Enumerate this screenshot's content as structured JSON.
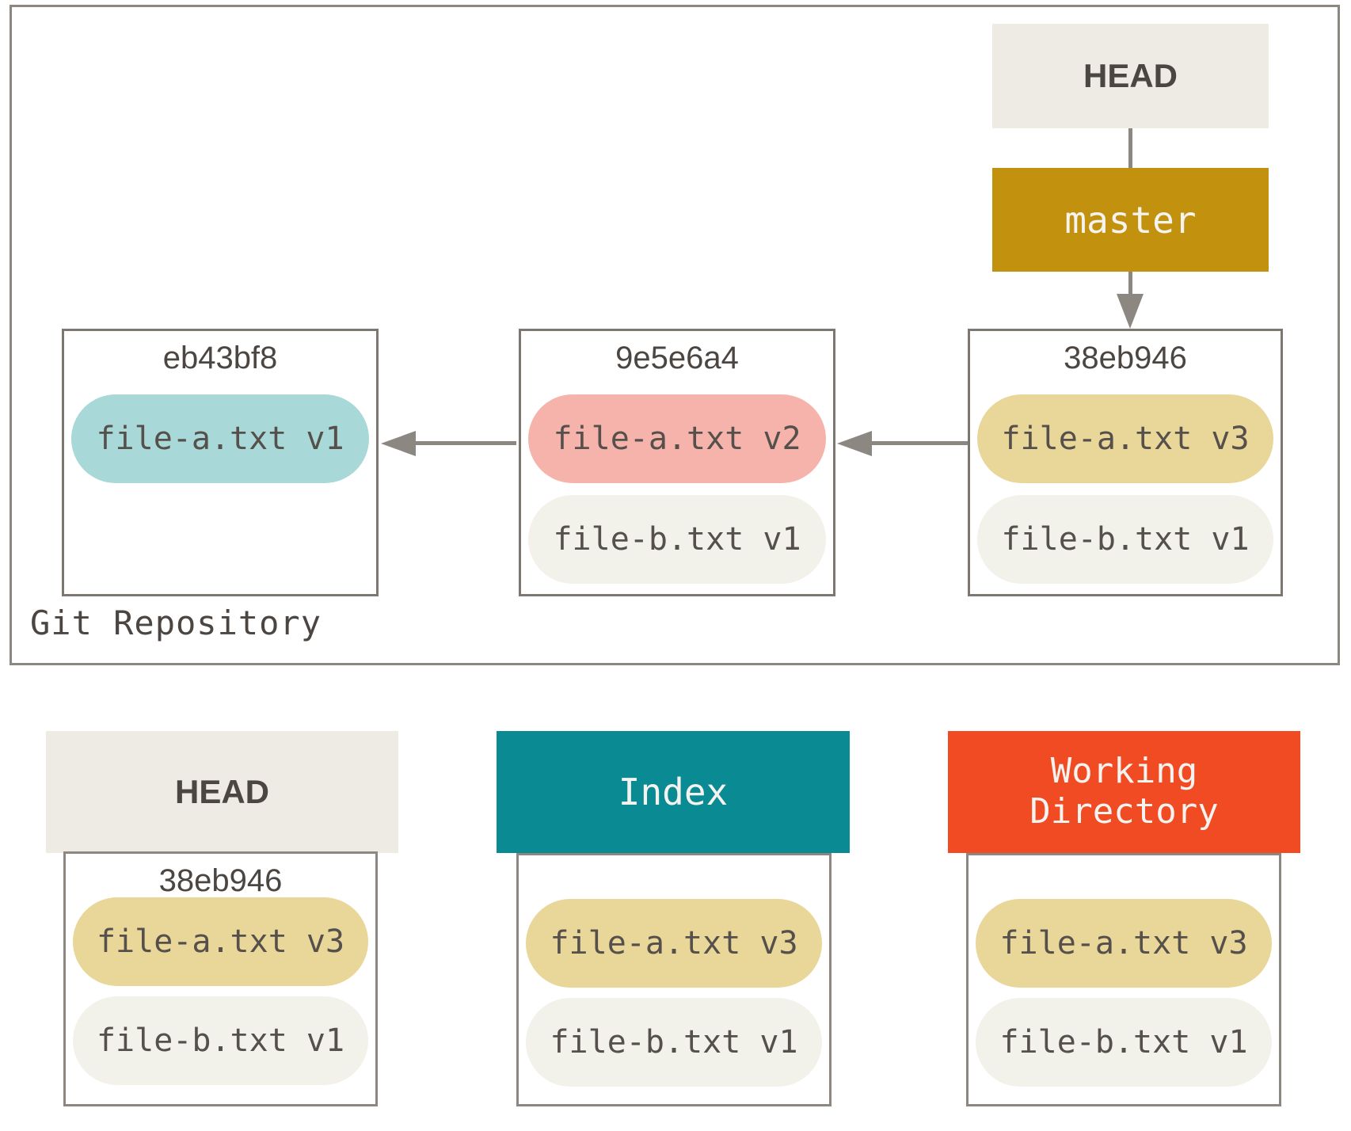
{
  "colors": {
    "gold": "#c2920e",
    "teal-header": "#0a8a93",
    "orange-header": "#f04b22",
    "panel": "#edebe3",
    "pill-teal": "#a8d8d8",
    "pill-pink": "#f6b3ab",
    "pill-tan": "#e9d699",
    "pill-gray": "#f2f1ea",
    "box-border": "#7d7772",
    "outer-border": "#8d8781",
    "arrow": "#8d8781",
    "text-dark": "#4b4642",
    "text-light": "#f5f3ef",
    "pill-text": "#55504b"
  },
  "repository": {
    "label": "Git Repository",
    "head": {
      "label": "HEAD"
    },
    "branch": {
      "label": "master"
    },
    "commits": [
      {
        "id": "eb43bf8",
        "files": [
          {
            "label": "file-a.txt v1",
            "color": "teal"
          }
        ]
      },
      {
        "id": "9e5e6a4",
        "files": [
          {
            "label": "file-a.txt v2",
            "color": "pink"
          },
          {
            "label": "file-b.txt v1",
            "color": "gray"
          }
        ]
      },
      {
        "id": "38eb946",
        "files": [
          {
            "label": "file-a.txt v3",
            "color": "tan"
          },
          {
            "label": "file-b.txt v1",
            "color": "gray"
          }
        ]
      }
    ]
  },
  "areas": [
    {
      "title": "HEAD",
      "commit_id": "38eb946",
      "files": [
        {
          "label": "file-a.txt v3",
          "color": "tan"
        },
        {
          "label": "file-b.txt v1",
          "color": "gray"
        }
      ]
    },
    {
      "title": "Index",
      "files": [
        {
          "label": "file-a.txt v3",
          "color": "tan"
        },
        {
          "label": "file-b.txt v1",
          "color": "gray"
        }
      ]
    },
    {
      "title": "Working Directory",
      "files": [
        {
          "label": "file-a.txt v3",
          "color": "tan"
        },
        {
          "label": "file-b.txt v1",
          "color": "gray"
        }
      ]
    }
  ]
}
